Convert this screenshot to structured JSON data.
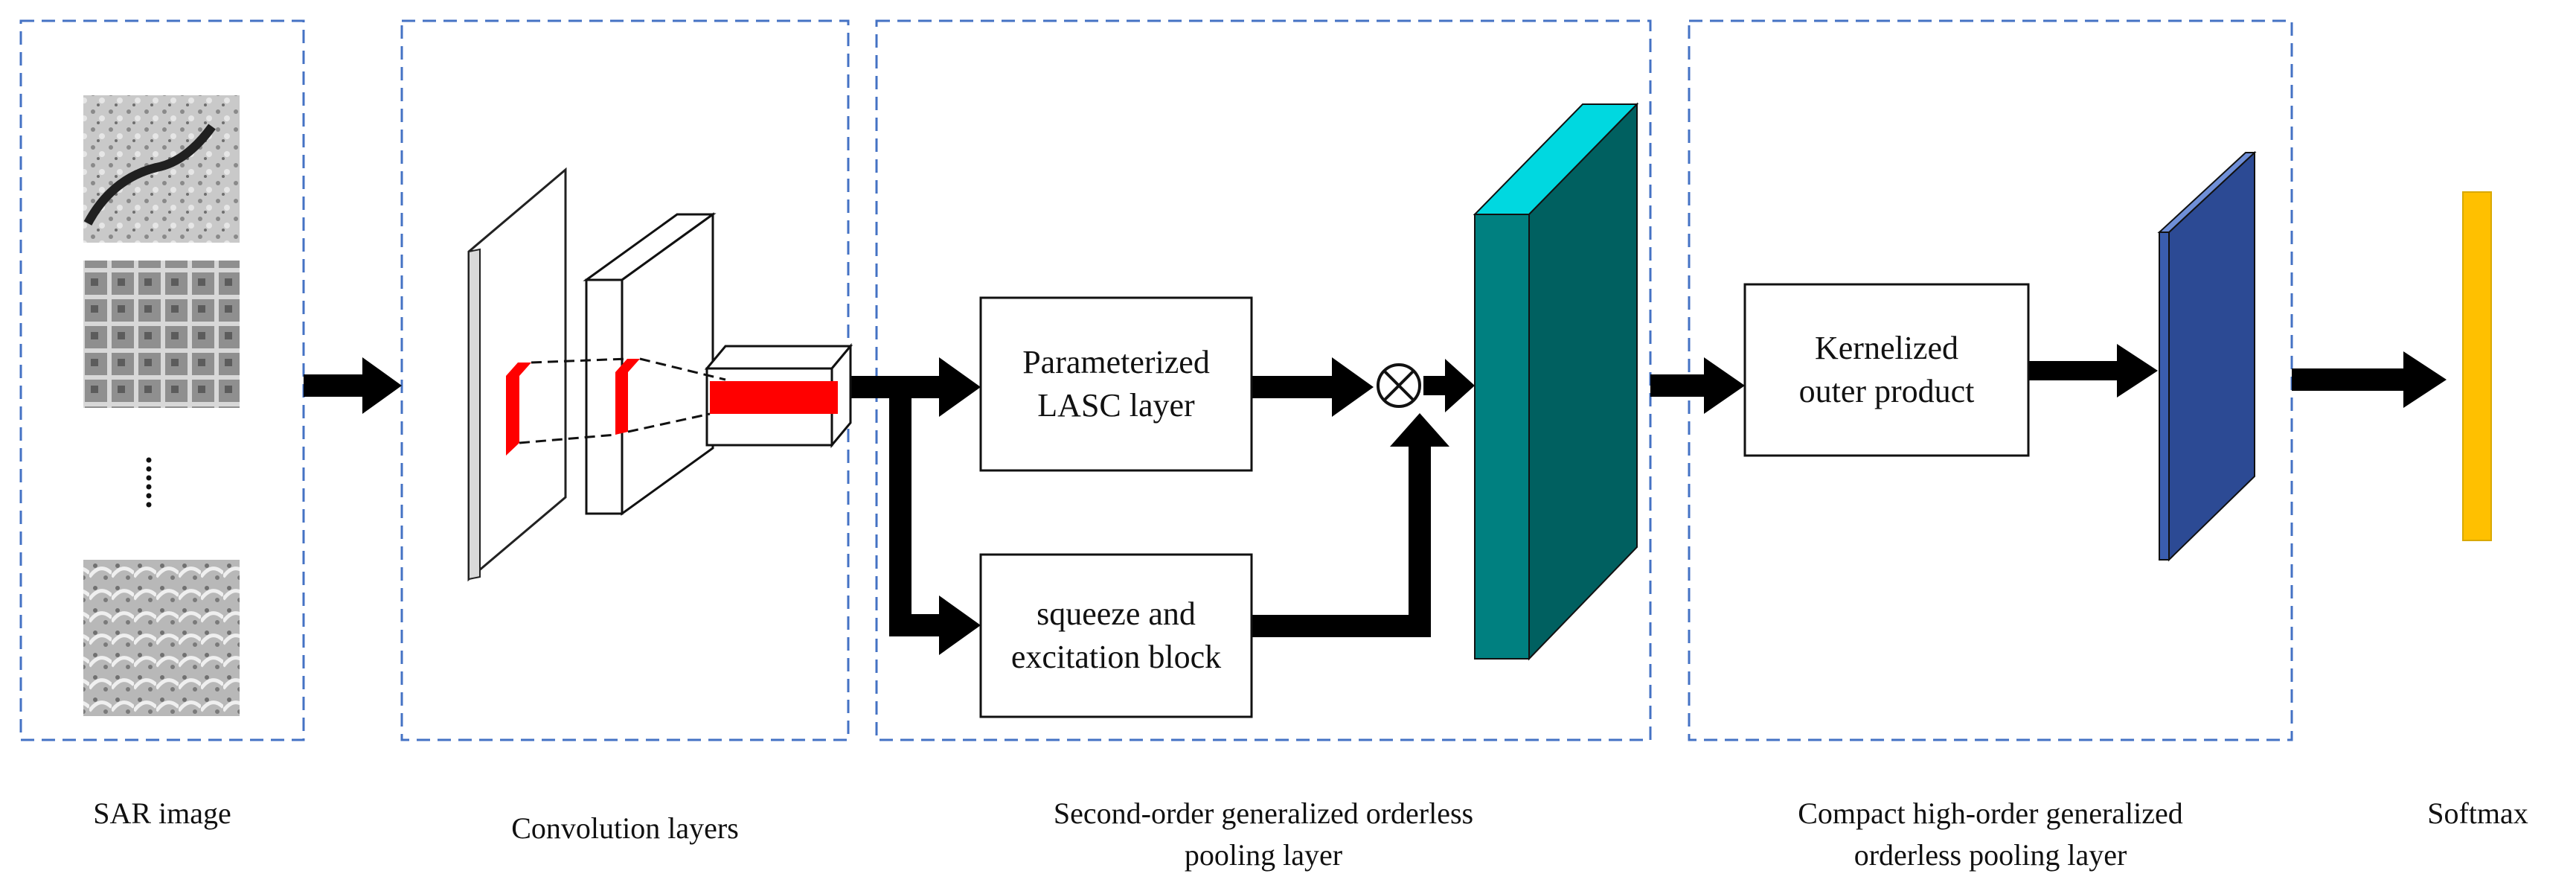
{
  "stages": [
    {
      "caption_lines": [
        "SAR image"
      ]
    },
    {
      "caption_lines": [
        "Convolution layers"
      ]
    },
    {
      "caption_lines": [
        "Second-order generalized orderless",
        "pooling layer"
      ]
    },
    {
      "caption_lines": [
        "Compact high-order generalized",
        "orderless pooling layer"
      ]
    },
    {
      "caption_lines": [
        "Softmax"
      ]
    }
  ],
  "boxes": {
    "lasc": {
      "lines": [
        "Parameterized",
        "LASC layer"
      ]
    },
    "se": {
      "lines": [
        "squeeze and",
        "excitation block"
      ]
    },
    "kop": {
      "lines": [
        "Kernelized",
        "outer product"
      ]
    }
  },
  "colors": {
    "dashed_border": "#4472C4",
    "conv_highlight": "#FF0000",
    "tensor_front": "#008080",
    "tensor_top": "#00D8E0",
    "tensor_side": "#006060",
    "compact_front": "#3A5DAE",
    "compact_side": "#2C4A94",
    "softmax_bar": "#FFC000"
  },
  "icons": {
    "multiply": "circled-times-icon",
    "ellipsis": "vertical-dots-icon"
  }
}
